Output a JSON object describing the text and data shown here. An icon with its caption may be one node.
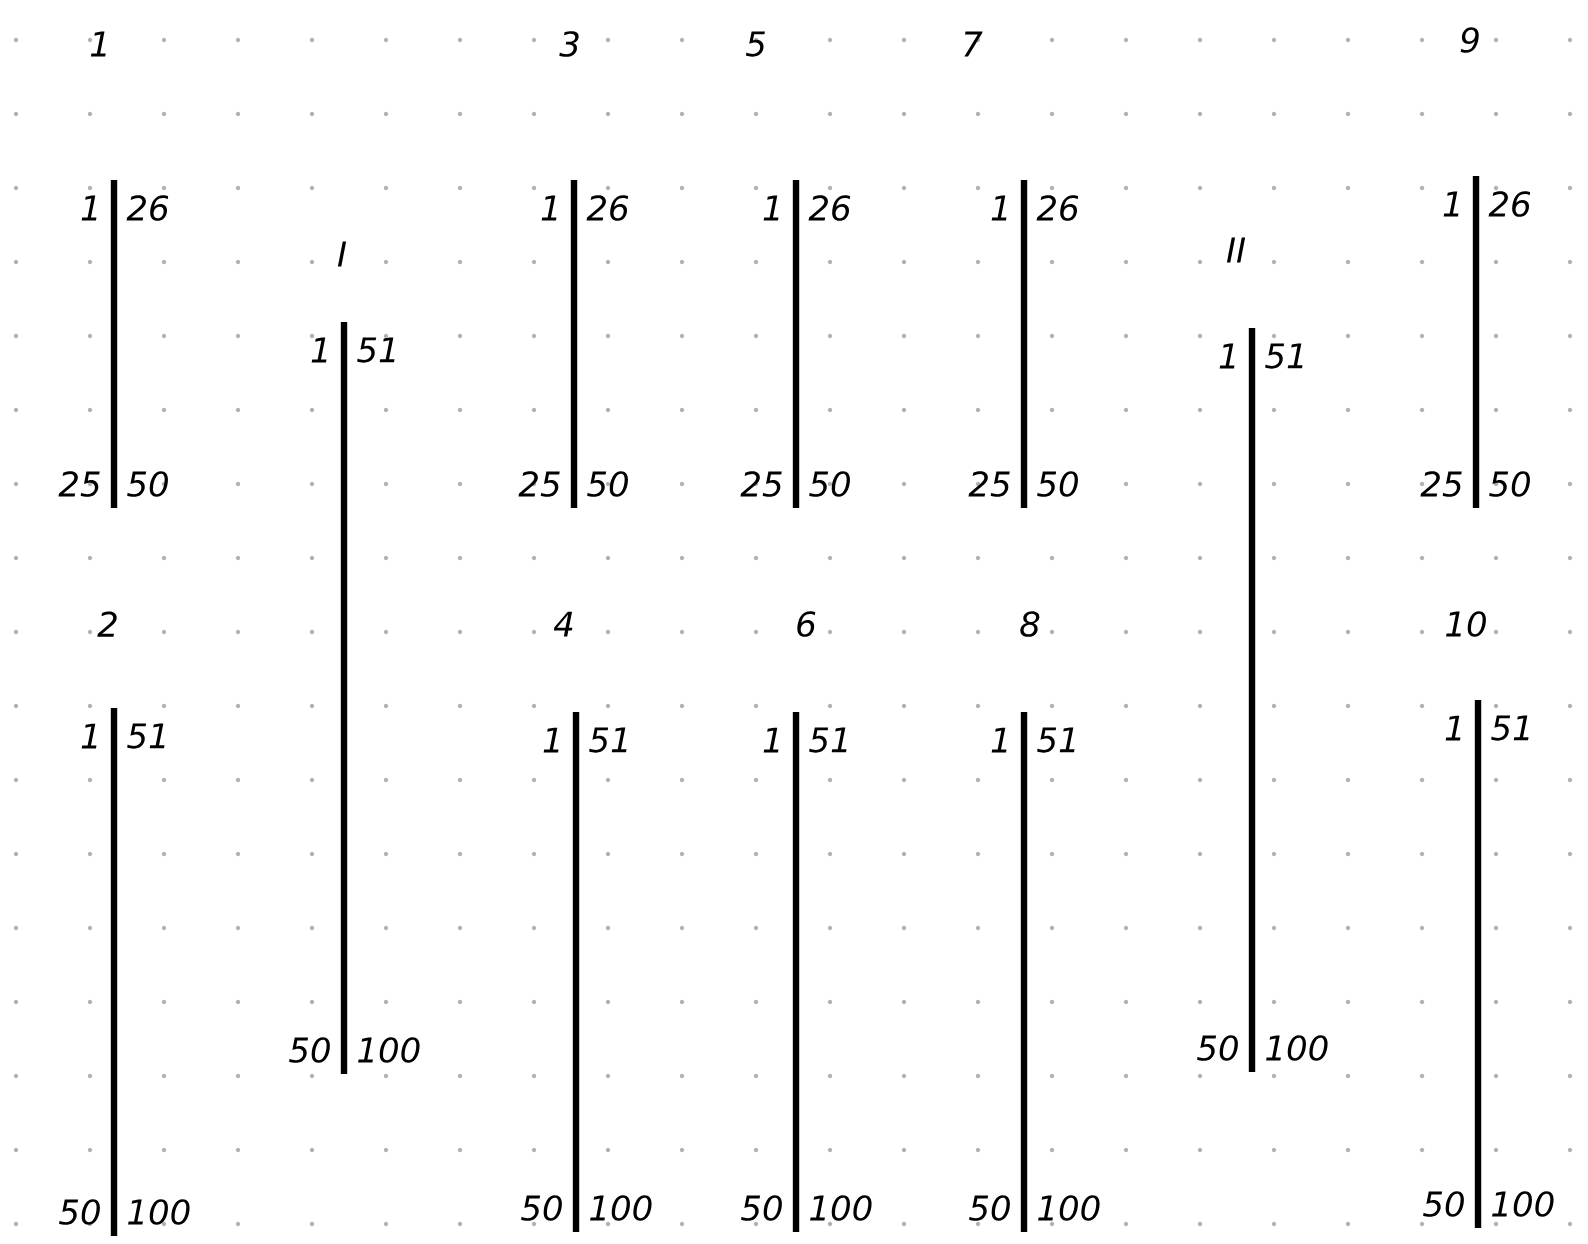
{
  "diagram": {
    "nodes": [
      {
        "text": [],
        "shape": "bar",
        "beside": [
          "1",
          "26",
          "25",
          "50"
        ]
      },
      {
        "text": [],
        "shape": "bar",
        "beside": [
          "1",
          "51",
          "50",
          "100"
        ]
      },
      {
        "text": [],
        "shape": "bar",
        "beside": [
          "1",
          "51",
          "50",
          "100"
        ]
      },
      {
        "text": [],
        "shape": "bar",
        "beside": [
          "1",
          "26",
          "25",
          "50"
        ]
      },
      {
        "text": [],
        "shape": "bar",
        "beside": [
          "1",
          "51",
          "50",
          "100"
        ]
      },
      {
        "text": [],
        "shape": "bar",
        "beside": [
          "1",
          "26",
          "25",
          "50"
        ]
      },
      {
        "text": [],
        "shape": "bar",
        "beside": [
          "1",
          "51",
          "50",
          "100"
        ]
      },
      {
        "text": [],
        "shape": "bar",
        "beside": [
          "1",
          "26",
          "25",
          "50"
        ]
      },
      {
        "text": [],
        "shape": "bar",
        "beside": [
          "1",
          "51",
          "50",
          "100"
        ]
      },
      {
        "text": [],
        "shape": "bar",
        "beside": [
          "1",
          "51",
          "50",
          "100"
        ]
      },
      {
        "text": [],
        "shape": "bar",
        "beside": [
          "1",
          "26",
          "25",
          "50"
        ]
      },
      {
        "text": [],
        "shape": "bar",
        "beside": [
          "1",
          "51",
          "50",
          "100"
        ]
      }
    ],
    "labels": [
      "1",
      "3",
      "5",
      "7",
      "9",
      "I",
      "II",
      "2",
      "4",
      "6",
      "8",
      "10"
    ]
  }
}
